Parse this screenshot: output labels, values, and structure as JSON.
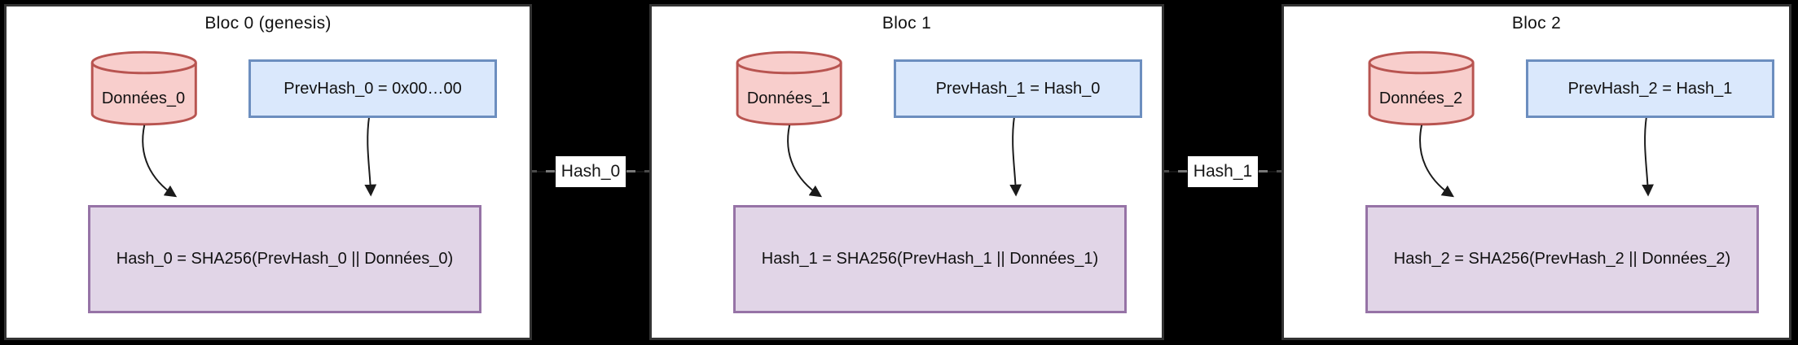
{
  "diagram_type": "blockchain-flow",
  "blocks": [
    {
      "title": "Bloc 0 (genesis)",
      "data_node": "Données_0",
      "prev_hash_node": "PrevHash_0 = 0x00…00",
      "hash_node": "Hash_0 = SHA256(PrevHash_0 || Données_0)"
    },
    {
      "title": "Bloc 1",
      "data_node": "Données_1",
      "prev_hash_node": "PrevHash_1 = Hash_0",
      "hash_node": "Hash_1 = SHA256(PrevHash_1 || Données_1)"
    },
    {
      "title": "Bloc 2",
      "data_node": "Données_2",
      "prev_hash_node": "PrevHash_2 = Hash_1",
      "hash_node": "Hash_2 = SHA256(PrevHash_2 || Données_2)"
    }
  ],
  "links": [
    {
      "label": "Hash_0",
      "from": "Bloc 0 (genesis)",
      "to": "Bloc 1"
    },
    {
      "label": "Hash_1",
      "from": "Bloc 1",
      "to": "Bloc 2"
    }
  ],
  "icons": {
    "data_store": "database-cylinder"
  },
  "colors": {
    "background": "#000000",
    "block_fill": "#ffffff",
    "block_border": "#333333",
    "data_fill": "#f8cecc",
    "data_stroke": "#b85450",
    "prevhash_fill": "#dae8fc",
    "prevhash_stroke": "#6c8ebf",
    "hash_fill": "#e1d5e7",
    "hash_stroke": "#9673a6",
    "arrow": "#1a1a1a",
    "link_label_bg": "#ffffff",
    "text": "#111111"
  }
}
